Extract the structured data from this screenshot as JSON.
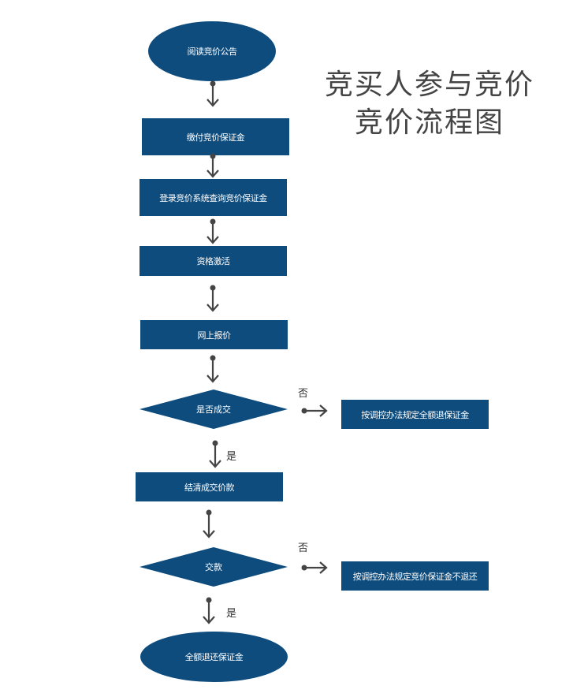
{
  "title": {
    "line1": "竞买人参与竞价",
    "line2": "竞价流程图"
  },
  "colors": {
    "node_fill": "#0e4c7e",
    "node_text": "#ffffff",
    "arrow": "#444444",
    "title_text": "#444444"
  },
  "nodes": {
    "start": "阅读竞价公告",
    "pay_deposit": "缴付竞价保证金",
    "login_query": "登录竞价系统查询竞价保证金",
    "qualification": "资格激活",
    "online_bid": "网上报价",
    "deal_decision": "是否成交",
    "no_deal_action": "按调控办法规定全额退保证金",
    "settle_price": "结清成交价款",
    "pay_decision": "交款",
    "no_pay_action": "按调控办法规定竞价保证金不退还",
    "end": "全额退还保证金"
  },
  "edge_labels": {
    "no_1": "否",
    "yes_1": "是",
    "no_2": "否",
    "yes_2": "是"
  }
}
